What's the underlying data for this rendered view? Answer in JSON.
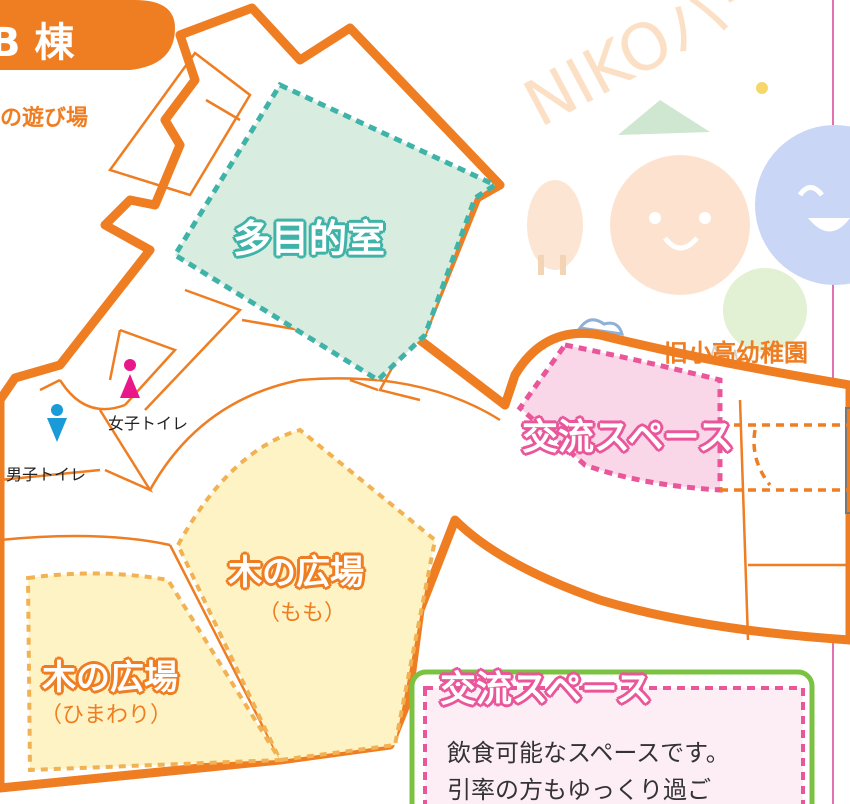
{
  "building": {
    "label": "B 棟",
    "subtitle": "の遊び場"
  },
  "park_logo": {
    "text": "NIKOパーク"
  },
  "old_school": {
    "label": "旧小高幼稚園"
  },
  "rooms": {
    "multipurpose": "多目的室",
    "womens_toilet": "女子トイレ",
    "mens_toilet": "男子トイレ",
    "exchange_space": "交流スペース",
    "wood_plaza_momo": {
      "name": "木の広場",
      "sub": "（もも）"
    },
    "wood_plaza_himawari": {
      "name": "木の広場",
      "sub": "（ひまわり）"
    }
  },
  "info_box": {
    "title": "交流スペース",
    "line1": "飲食可能なスペースです。",
    "line2": "引率の方もゆっくり過ご"
  },
  "colors": {
    "wall": "#ef7d22",
    "multipurpose_fill": "#d8ece0",
    "exchange_fill": "#f9d7e8",
    "plaza_fill": "#fdf3c4",
    "female": "#e9178a",
    "male": "#1a9ad6",
    "info_border": "#7cc242"
  }
}
